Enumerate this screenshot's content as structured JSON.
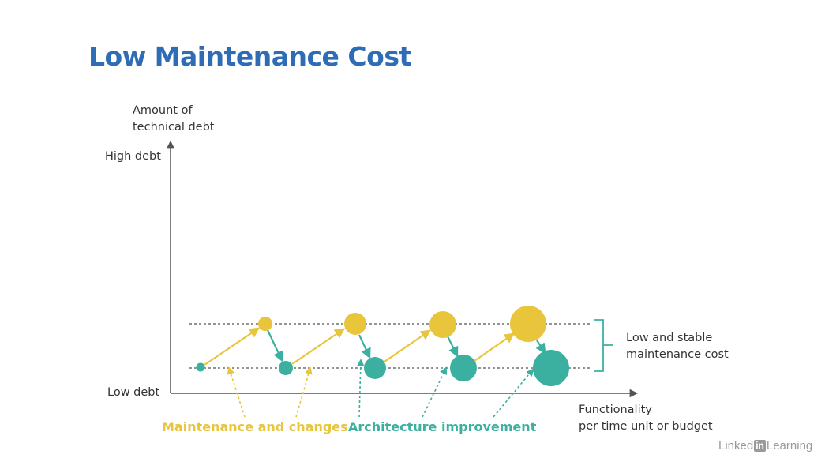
{
  "title": "Low Maintenance Cost",
  "y_axis_label_line1": "Amount of",
  "y_axis_label_line2": "technical debt",
  "y_high_label": "High debt",
  "y_low_label": "Low debt",
  "x_axis_label_line1": "Functionality",
  "x_axis_label_line2": "per time unit or budget",
  "bracket_label_line1": "Low and stable",
  "bracket_label_line2": "maintenance cost",
  "legend_maintenance": "Maintenance and changes",
  "legend_architecture": "Architecture improvement",
  "watermark_left": "Linked",
  "watermark_box": "in",
  "watermark_right": "Learning",
  "colors": {
    "title": "#2e6db5",
    "maintenance": "#e8c53a",
    "architecture": "#3bb0a0",
    "axis": "#555555",
    "guide": "#555555"
  }
}
